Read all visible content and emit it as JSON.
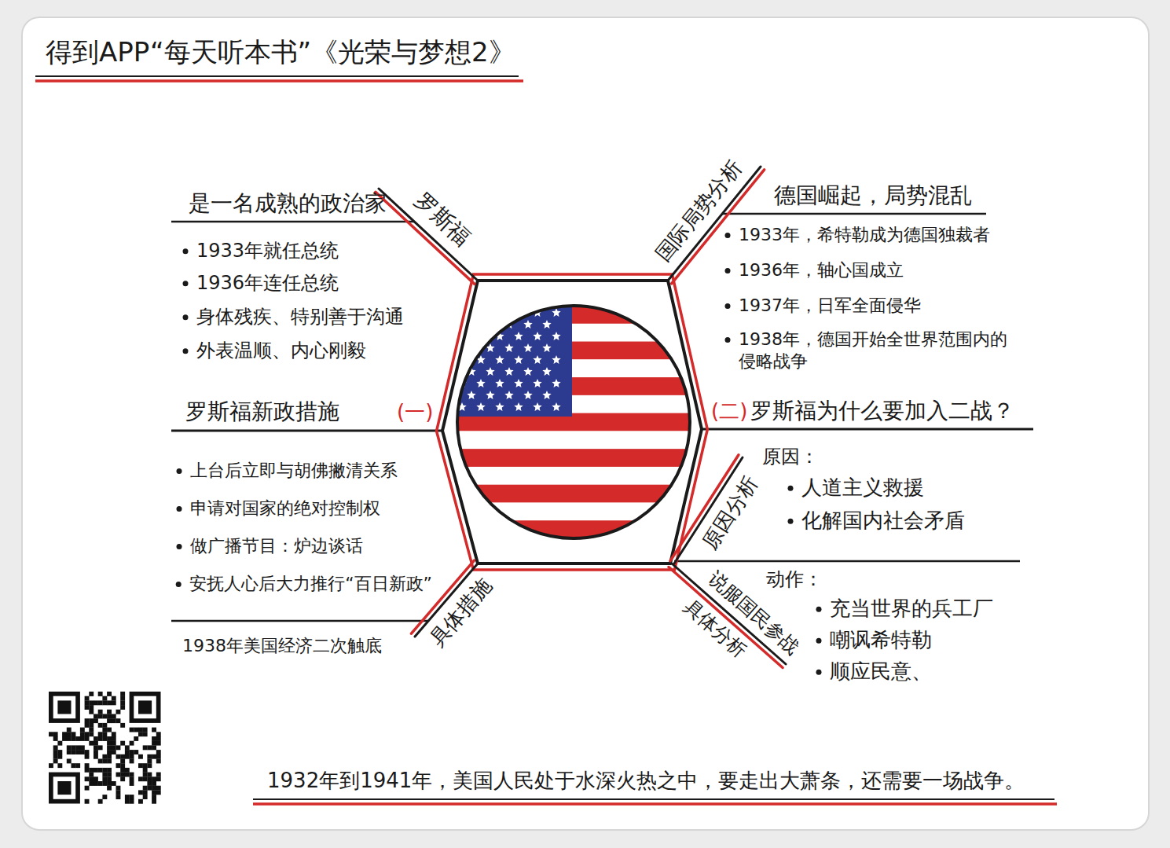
{
  "diagram": {
    "title": "得到APP“每天听本书”《光荣与梦想2》",
    "caption": "1932年到1941年，美国人民处于水深火热之中，要走出大萧条，还需要一场战争。",
    "labels": [
      "罗斯福",
      "国际局势分析",
      "是一名成熟的政治家",
      "1933年就任总统",
      "1936年连任总统",
      "身体残疾、特别善于沟通",
      "外表温顺、内心刚毅",
      "德国崛起，局势混乱",
      "1933年，希特勒成为德国独裁者",
      "1936年，轴心国成立",
      "1937年，日军全面侵华",
      "1938年，德国开始全世界范围内的侵略战争",
      "罗斯福新政措施",
      "(一)",
      "(二)",
      "罗斯福为什么要加入二战？",
      "上台后立即与胡佛撇清关系",
      "申请对国家的绝对控制权",
      "做广播节目：炉边谈话",
      "安抚人心后大力推行“百日新政”",
      "原因分析",
      "原因：",
      "人道主义救援",
      "化解国内社会矛盾",
      "具体措施",
      "具体分析",
      "说服国民参战",
      "1938年美国经济二次触底",
      "动作：",
      "充当世界的兵工厂",
      "嘲讽希特勒",
      "顺应民意、"
    ]
  }
}
